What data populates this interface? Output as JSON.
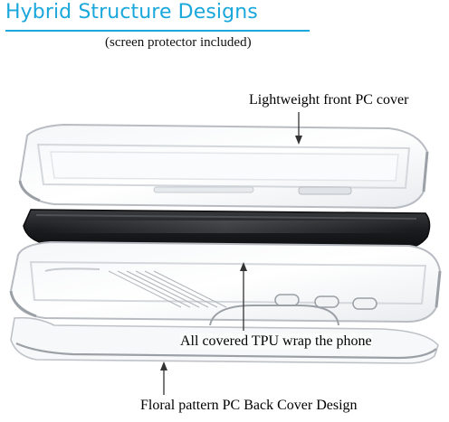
{
  "header": {
    "title": "Hybrid Structure Designs",
    "subtitle": "(screen protector included)"
  },
  "callouts": {
    "front_cover": "Lightweight front PC cover",
    "tpu_wrap": "All covered TPU wrap the phone",
    "back_cover": "Floral pattern PC Back Cover Design"
  },
  "colors": {
    "title_accent": "#1aa7dc",
    "case_outline": "#b8bcc2",
    "phone_body": "#1b1c1f"
  }
}
